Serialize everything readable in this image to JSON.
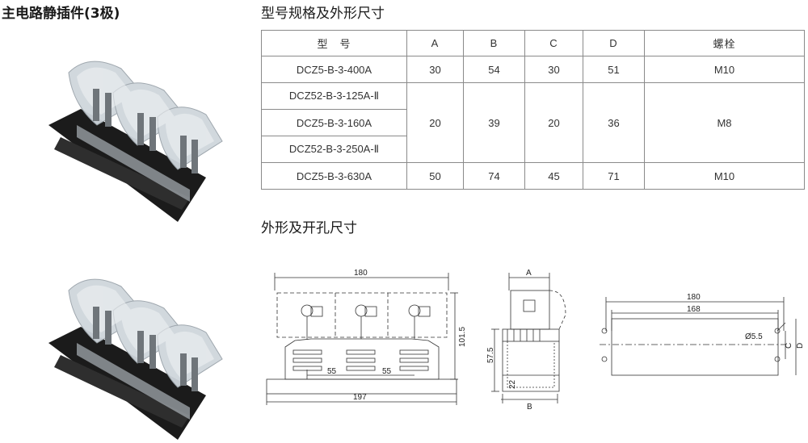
{
  "product_title": "主电路静插件(3极)",
  "spec_section_title": "型号规格及外形尺寸",
  "dims_section_title": "外形及开孔尺寸",
  "table": {
    "headers": [
      "型　号",
      "A",
      "B",
      "C",
      "D",
      "螺栓"
    ],
    "rows": [
      {
        "model": "DCZ5-B-3-400A",
        "A": "30",
        "B": "54",
        "C": "30",
        "D": "51",
        "bolt": "M10"
      },
      {
        "model": "DCZ52-B-3-125A-Ⅱ"
      },
      {
        "model": "DCZ5-B-3-160A",
        "A": "20",
        "B": "39",
        "C": "20",
        "D": "36",
        "bolt": "M8"
      },
      {
        "model": "DCZ52-B-3-250A-Ⅱ"
      },
      {
        "model": "DCZ5-B-3-630A",
        "A": "50",
        "B": "74",
        "C": "45",
        "D": "71",
        "bolt": "M10"
      }
    ]
  },
  "front_view": {
    "top_width": "180",
    "height": "101.5",
    "pitch_left": "55",
    "pitch_right": "55",
    "bottom_width": "197"
  },
  "side_view": {
    "top_label": "A",
    "height": "57.5",
    "base": "22",
    "bottom_label": "B"
  },
  "hole_view": {
    "width_outer": "180",
    "width_inner": "168",
    "hole_dia": "Ø5.5",
    "label_c": "C",
    "label_d": "D"
  }
}
